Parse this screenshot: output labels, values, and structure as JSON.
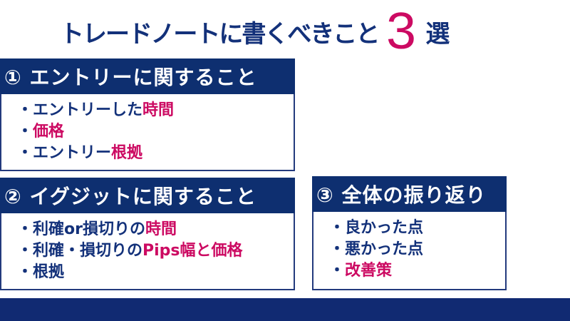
{
  "title": {
    "text": "トレードノートに書くべきこと",
    "number": "3",
    "suffix": "選"
  },
  "colors": {
    "navy": "#13317a",
    "header_bg": "#0e2f70",
    "accent_pink": "#cc0a62",
    "footer_bg": "#112a72"
  },
  "cards": [
    {
      "heading": "① エントリーに関すること",
      "items": [
        {
          "bullet": "・",
          "text": "エントリーした",
          "highlight": "時間",
          "rest": ""
        },
        {
          "bullet": "・",
          "text": "",
          "highlight": "価格",
          "rest": ""
        },
        {
          "bullet": "・",
          "text": "エントリー",
          "highlight": "根拠",
          "rest": ""
        }
      ]
    },
    {
      "heading": "② イグジットに関すること",
      "items": [
        {
          "bullet": "・",
          "text": "利確or損切りの",
          "highlight": "時間",
          "rest": ""
        },
        {
          "bullet": "・",
          "text": "利確・損切りの",
          "highlight": "Pips幅と価格",
          "rest": ""
        },
        {
          "bullet": "・",
          "text": "根拠",
          "highlight": "",
          "rest": ""
        }
      ]
    },
    {
      "heading": "③ 全体の振り返り",
      "items": [
        {
          "bullet": "・",
          "text": "良かった点",
          "highlight": "",
          "rest": ""
        },
        {
          "bullet": "・",
          "text": "悪かった点",
          "highlight": "",
          "rest": ""
        },
        {
          "bullet": "・",
          "text": "",
          "highlight": "改善策",
          "rest": ""
        }
      ]
    }
  ]
}
